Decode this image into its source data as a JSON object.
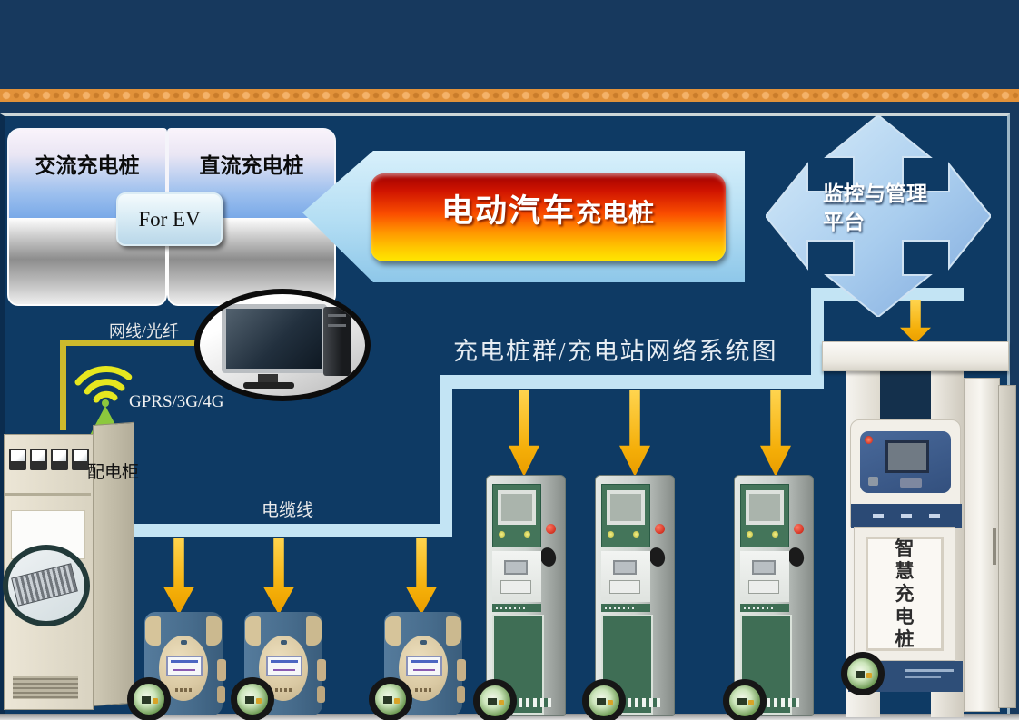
{
  "pile_type_box": {
    "ac_label": "交流充电桩",
    "dc_label": "直流充电桩",
    "for_ev_label": "For EV"
  },
  "banner": {
    "title_main": "电动汽车",
    "title_sub": "充电桩"
  },
  "platform": {
    "line1": "监控与管理",
    "line2": "平台"
  },
  "diagram": {
    "title": "充电桩群/充电站网络系统图",
    "labels": {
      "network_line": "网线/光纤",
      "wireless": "GPRS/3G/4G",
      "power_cabinet": "配电柜",
      "cable_line": "电缆线"
    }
  },
  "smart_pile": {
    "name": "智慧充电桩",
    "vertical_text": [
      "智",
      "慧",
      "充",
      "电",
      "桩"
    ]
  },
  "colors": {
    "slide_navy": "#17395e",
    "panel_navy": "#0e3a64",
    "ornament_orange": "#e2923a",
    "bus_line_blue": "#c3e4f4",
    "arrow_yellow": "#f4ad07",
    "banner_red": "#d01400",
    "banner_yellow": "#ffe800",
    "wifi_green": "#8cc83d",
    "pile_green": "#44755a"
  }
}
